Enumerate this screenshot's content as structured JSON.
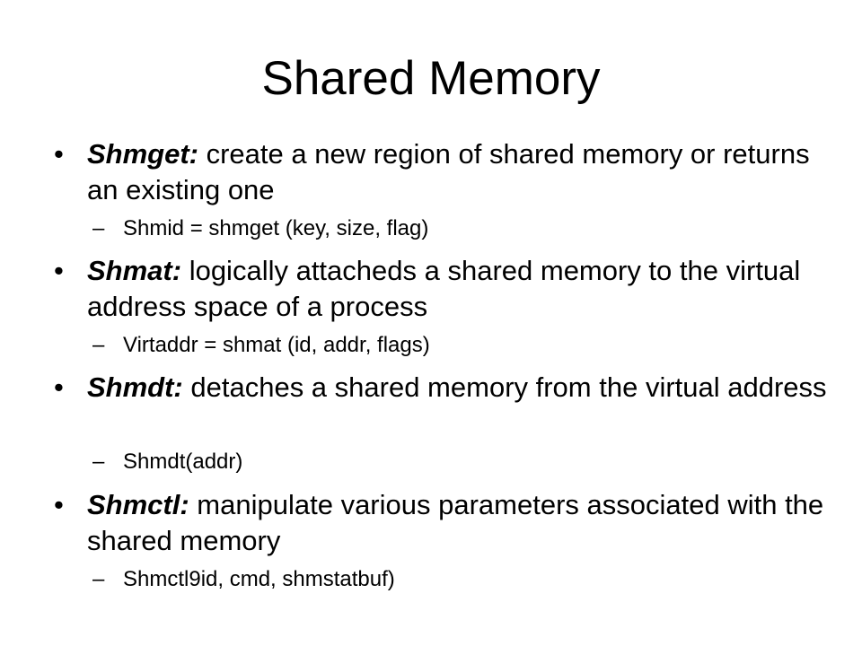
{
  "slide": {
    "title": "Shared Memory",
    "items": [
      {
        "term": "Shmget:",
        "description": " create a new region of shared memory or returns an existing one",
        "sub": "Shmid = shmget (key, size, flag)"
      },
      {
        "term": "Shmat:",
        "description": " logically attacheds a shared memory to the virtual address space of a process",
        "sub": "Virtaddr = shmat (id, addr, flags)"
      },
      {
        "term": "Shmdt:",
        "description": " detaches a shared memory from the virtual address",
        "sub": "Shmdt(addr)"
      },
      {
        "term": "Shmctl:",
        "description": " manipulate various parameters associated with the shared memory",
        "sub": "Shmctl9id, cmd, shmstatbuf)"
      }
    ],
    "bullet_glyph": "•",
    "dash_glyph": "–"
  }
}
